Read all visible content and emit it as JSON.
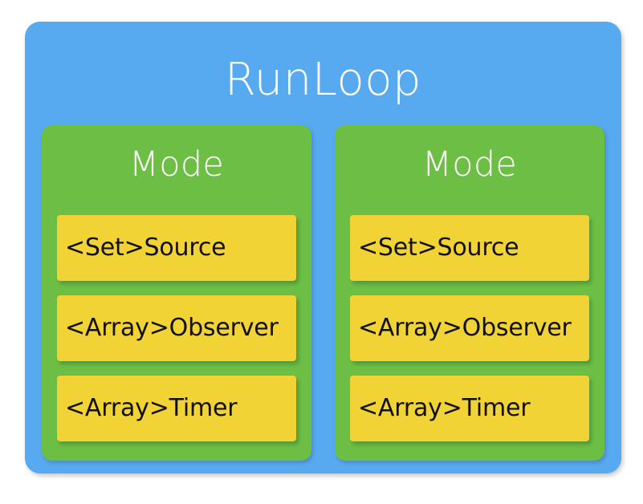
{
  "diagram": {
    "title": "RunLoop",
    "colors": {
      "container": "#57a9f0",
      "mode": "#6cbe45",
      "item": "#f2d335",
      "title_text": "#ffffff",
      "item_text": "#111111",
      "background": "#ffffff"
    },
    "modes": [
      {
        "title": "Mode",
        "items": [
          {
            "label": "<Set>Source"
          },
          {
            "label": "<Array>Observer"
          },
          {
            "label": "<Array>Timer"
          }
        ]
      },
      {
        "title": "Mode",
        "items": [
          {
            "label": "<Set>Source"
          },
          {
            "label": "<Array>Observer"
          },
          {
            "label": "<Array>Timer"
          }
        ]
      }
    ]
  }
}
